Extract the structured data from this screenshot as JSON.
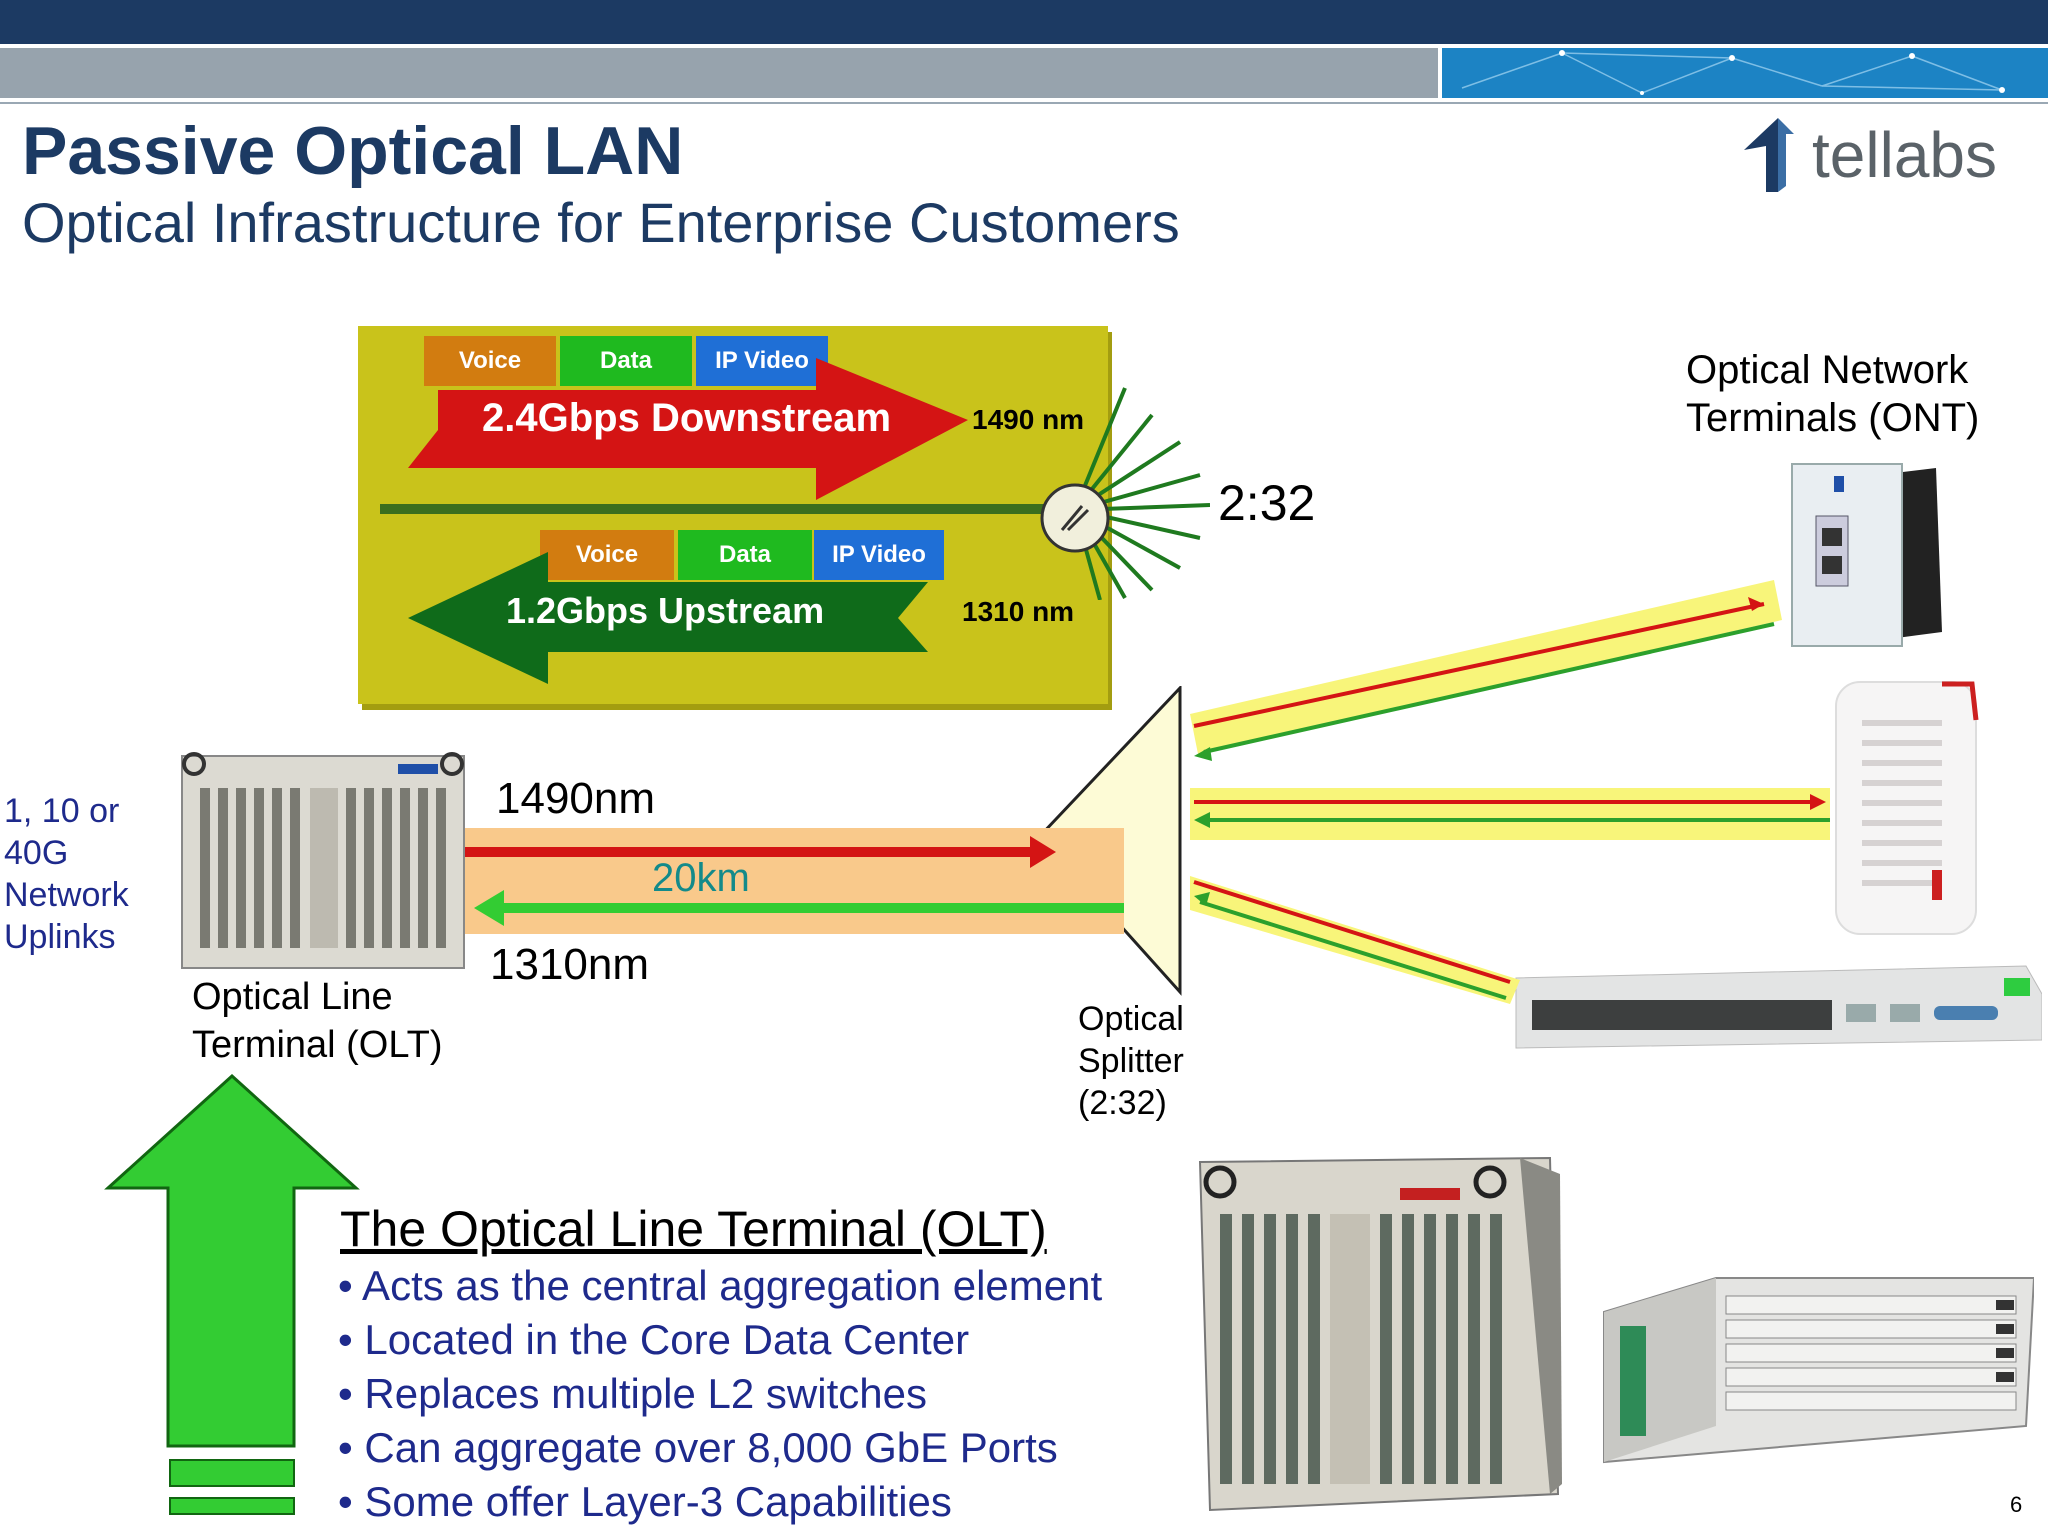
{
  "header": {
    "title": "Passive Optical LAN",
    "subtitle": "Optical Infrastructure for Enterprise Customers",
    "logo_text": "tellabs"
  },
  "diagram": {
    "downstream": {
      "tabs": [
        "Voice",
        "Data",
        "IP Video"
      ],
      "label": "2.4Gbps Downstream",
      "wavelength": "1490 nm"
    },
    "upstream": {
      "tabs": [
        "Voice",
        "Data",
        "IP Video"
      ],
      "label": "1.2Gbps Upstream",
      "wavelength": "1310 nm"
    },
    "split_ratio": "2:32",
    "ont_label_line1": "Optical Network",
    "ont_label_line2": "Terminals (ONT)",
    "uplinks_line1": "1, 10 or",
    "uplinks_line2": "40G",
    "uplinks_line3": "Network",
    "uplinks_line4": "Uplinks",
    "olt_label_line1": "Optical Line",
    "olt_label_line2": "Terminal (OLT)",
    "fiber_down": "1490nm",
    "fiber_distance": "20km",
    "fiber_up": "1310nm",
    "splitter_line1": "Optical",
    "splitter_line2": "Splitter",
    "splitter_line3": "(2:32)"
  },
  "olt_section": {
    "heading": "The Optical Line Terminal (OLT)",
    "bullets": [
      "• Acts as the central aggregation element",
      "• Located in the Core Data Center",
      "• Replaces multiple L2 switches",
      "• Can aggregate over 8,000 GbE Ports",
      "• Some offer Layer-3 Capabilities"
    ]
  },
  "page_number": "6",
  "colors": {
    "navy": "#1c3a63",
    "panel": "#c9c31b",
    "downstream_red": "#d41414",
    "upstream_green": "#0f6b1a",
    "fiber_yellow": "#f8f57a",
    "fiber_orange": "#f9c98b",
    "big_arrow_green": "#33cc33"
  }
}
